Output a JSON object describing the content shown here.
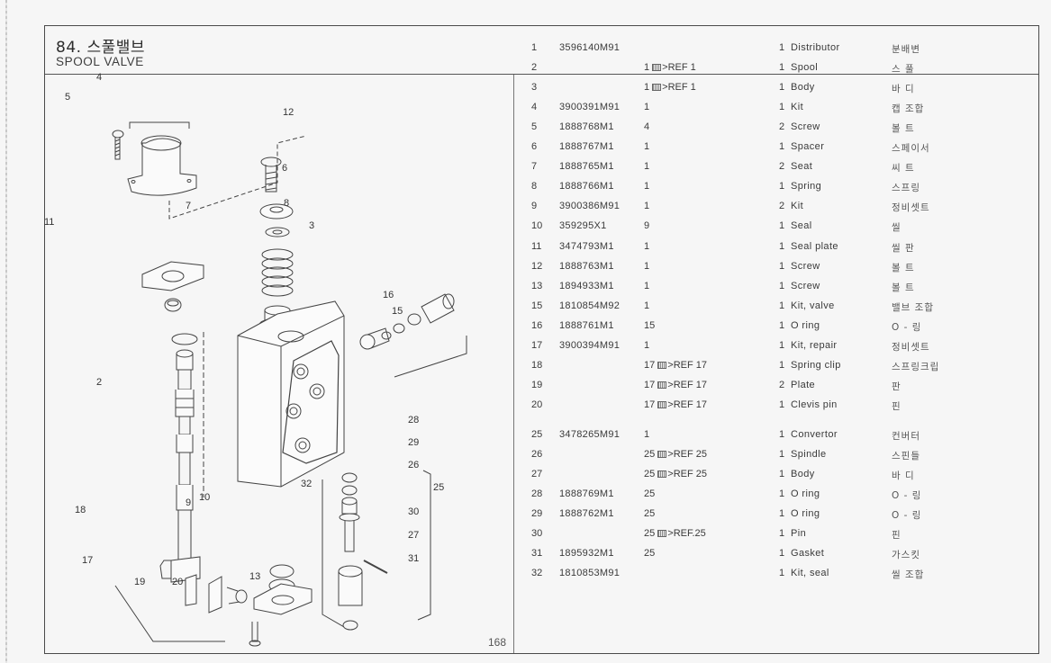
{
  "page": {
    "title_kr": "84. 스풀밸브",
    "title_en": "SPOOL VALVE",
    "page_number": "168"
  },
  "diagram": {
    "callouts": [
      {
        "id": "4",
        "label": "4"
      },
      {
        "id": "5",
        "label": "5"
      },
      {
        "id": "12",
        "label": "12"
      },
      {
        "id": "6",
        "label": "6"
      },
      {
        "id": "7",
        "label": "7"
      },
      {
        "id": "8",
        "label": "8"
      },
      {
        "id": "11",
        "label": "11"
      },
      {
        "id": "3",
        "label": "3"
      },
      {
        "id": "16",
        "label": "16"
      },
      {
        "id": "15",
        "label": "15"
      },
      {
        "id": "2",
        "label": "2"
      },
      {
        "id": "28",
        "label": "28"
      },
      {
        "id": "29",
        "label": "29"
      },
      {
        "id": "26",
        "label": "26"
      },
      {
        "id": "32",
        "label": "32"
      },
      {
        "id": "25",
        "label": "25"
      },
      {
        "id": "9",
        "label": "9"
      },
      {
        "id": "10",
        "label": "10"
      },
      {
        "id": "18",
        "label": "18"
      },
      {
        "id": "30",
        "label": "30"
      },
      {
        "id": "27",
        "label": "27"
      },
      {
        "id": "17",
        "label": "17"
      },
      {
        "id": "31",
        "label": "31"
      },
      {
        "id": "19",
        "label": "19"
      },
      {
        "id": "20",
        "label": "20"
      },
      {
        "id": "13",
        "label": "13"
      }
    ]
  },
  "parts_list": {
    "rows": [
      {
        "ref": "1",
        "part_no": "3596140M91",
        "parent": "",
        "ref_link": false,
        "qty": "1",
        "description": "Distributor",
        "korean": "분배변"
      },
      {
        "ref": "2",
        "part_no": "",
        "parent": "1",
        "ref_link": true,
        "ref_text": "REF 1",
        "qty": "1",
        "description": "Spool",
        "korean": "스 풀"
      },
      {
        "ref": "3",
        "part_no": "",
        "parent": "1",
        "ref_link": true,
        "ref_text": "REF 1",
        "qty": "1",
        "description": "Body",
        "korean": "바 디"
      },
      {
        "ref": "4",
        "part_no": "3900391M91",
        "parent": "1",
        "ref_link": false,
        "qty": "1",
        "description": "Kit",
        "korean": "캡 조합"
      },
      {
        "ref": "5",
        "part_no": "1888768M1",
        "parent": "4",
        "ref_link": false,
        "qty": "2",
        "description": "Screw",
        "korean": "볼 트"
      },
      {
        "ref": "6",
        "part_no": "1888767M1",
        "parent": "1",
        "ref_link": false,
        "qty": "1",
        "description": "Spacer",
        "korean": "스페이서"
      },
      {
        "ref": "7",
        "part_no": "1888765M1",
        "parent": "1",
        "ref_link": false,
        "qty": "2",
        "description": "Seat",
        "korean": "씨 트"
      },
      {
        "ref": "8",
        "part_no": "1888766M1",
        "parent": "1",
        "ref_link": false,
        "qty": "1",
        "description": "Spring",
        "korean": "스프링"
      },
      {
        "ref": "9",
        "part_no": "3900386M91",
        "parent": "1",
        "ref_link": false,
        "qty": "2",
        "description": "Kit",
        "korean": "정비셋트"
      },
      {
        "ref": "10",
        "part_no": "359295X1",
        "parent": "9",
        "ref_link": false,
        "qty": "1",
        "description": "Seal",
        "korean": "씰"
      },
      {
        "ref": "11",
        "part_no": "3474793M1",
        "parent": "1",
        "ref_link": false,
        "qty": "1",
        "description": "Seal plate",
        "korean": "씰 판"
      },
      {
        "ref": "12",
        "part_no": "1888763M1",
        "parent": "1",
        "ref_link": false,
        "qty": "1",
        "description": "Screw",
        "korean": "볼 트"
      },
      {
        "ref": "13",
        "part_no": "1894933M1",
        "parent": "1",
        "ref_link": false,
        "qty": "1",
        "description": "Screw",
        "korean": "볼 트"
      },
      {
        "ref": "15",
        "part_no": "1810854M92",
        "parent": "1",
        "ref_link": false,
        "qty": "1",
        "description": "Kit, valve",
        "korean": "밸브 조합"
      },
      {
        "ref": "16",
        "part_no": "1888761M1",
        "parent": "15",
        "ref_link": false,
        "qty": "1",
        "description": "O ring",
        "korean": "O - 링"
      },
      {
        "ref": "17",
        "part_no": "3900394M91",
        "parent": "1",
        "ref_link": false,
        "qty": "1",
        "description": "Kit, repair",
        "korean": "정비셋트"
      },
      {
        "ref": "18",
        "part_no": "",
        "parent": "17",
        "ref_link": true,
        "ref_text": "REF 17",
        "qty": "1",
        "description": "Spring clip",
        "korean": "스프링크립"
      },
      {
        "ref": "19",
        "part_no": "",
        "parent": "17",
        "ref_link": true,
        "ref_text": "REF 17",
        "qty": "2",
        "description": "Plate",
        "korean": "판"
      },
      {
        "ref": "20",
        "part_no": "",
        "parent": "17",
        "ref_link": true,
        "ref_text": "REF 17",
        "qty": "1",
        "description": "Clevis pin",
        "korean": "핀"
      },
      {
        "ref": "25",
        "part_no": "3478265M91",
        "parent": "1",
        "ref_link": false,
        "qty": "1",
        "description": "Convertor",
        "korean": "컨버터"
      },
      {
        "ref": "26",
        "part_no": "",
        "parent": "25",
        "ref_link": true,
        "ref_text": "REF 25",
        "qty": "1",
        "description": "Spindle",
        "korean": "스핀들"
      },
      {
        "ref": "27",
        "part_no": "",
        "parent": "25",
        "ref_link": true,
        "ref_text": "REF 25",
        "qty": "1",
        "description": "Body",
        "korean": "바 디"
      },
      {
        "ref": "28",
        "part_no": "1888769M1",
        "parent": "25",
        "ref_link": false,
        "qty": "1",
        "description": "O ring",
        "korean": "O - 링"
      },
      {
        "ref": "29",
        "part_no": "1888762M1",
        "parent": "25",
        "ref_link": false,
        "qty": "1",
        "description": "O ring",
        "korean": "O - 링"
      },
      {
        "ref": "30",
        "part_no": "",
        "parent": "25",
        "ref_link": true,
        "ref_text": "REF.25",
        "qty": "1",
        "description": "Pin",
        "korean": "핀"
      },
      {
        "ref": "31",
        "part_no": "1895932M1",
        "parent": "25",
        "ref_link": false,
        "qty": "1",
        "description": "Gasket",
        "korean": "가스킷"
      },
      {
        "ref": "32",
        "part_no": "1810853M91",
        "parent": "",
        "ref_link": false,
        "qty": "1",
        "description": "Kit, seal",
        "korean": "씰 조합"
      }
    ]
  }
}
